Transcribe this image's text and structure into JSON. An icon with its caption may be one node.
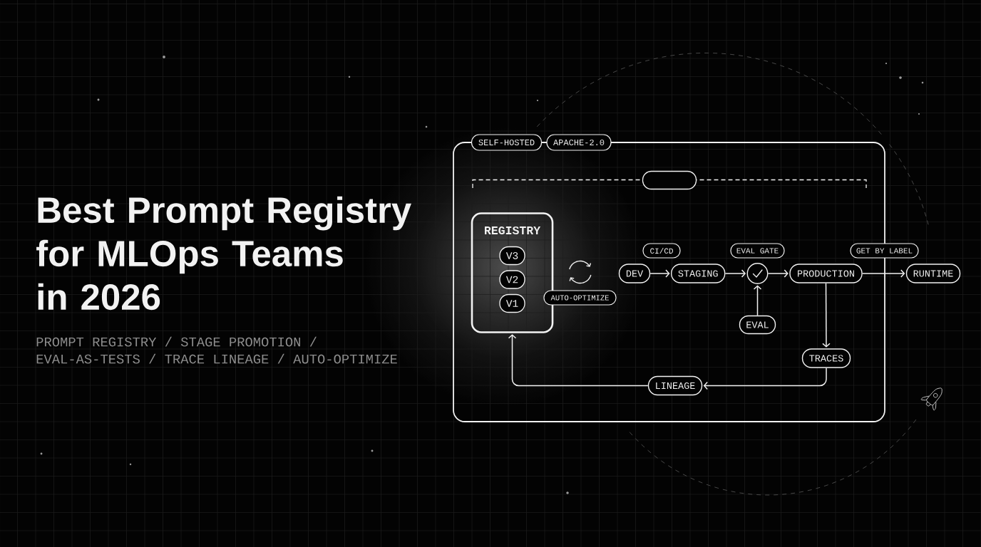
{
  "diagram": {
    "title": "Best Prompt Registry for MLOps Teams in 2026",
    "nodes": [
      {
        "text": [],
        "shape": "box"
      },
      {
        "text": [
          "SELF-HOSTED"
        ]
      },
      {
        "text": [
          "APACHE-2.0"
        ]
      },
      {
        "text": [],
        "shape": "box",
        "in": 0
      },
      {
        "text": [
          "REGISTRY"
        ],
        "in": 0
      },
      {
        "text": [
          "V3"
        ],
        "in": 4
      },
      {
        "text": [
          "V2"
        ],
        "in": 4
      },
      {
        "text": [
          "V1"
        ],
        "in": 4
      },
      {
        "text": [
          "AUTO-OPTIMIZE"
        ],
        "in": 0
      },
      {
        "text": [
          "CI/CD"
        ],
        "in": 0
      },
      {
        "text": [
          "DEV"
        ],
        "in": 0
      },
      {
        "text": [
          "STAGING"
        ],
        "in": 0
      },
      {
        "text": [
          "EVAL GATE"
        ],
        "in": 0
      },
      {
        "text": [],
        "shape": "circle",
        "in": 0
      },
      {
        "text": [
          "GET BY LABEL"
        ]
      },
      {
        "text": [
          "PRODUCTION"
        ],
        "in": 0
      },
      {
        "text": [
          "RUNTIME"
        ]
      },
      {
        "text": [
          "EVAL"
        ],
        "in": 0
      },
      {
        "text": [
          "TRACES"
        ],
        "in": 0
      },
      {
        "text": [
          "LINEAGE"
        ],
        "in": 0
      }
    ],
    "edges": [
      {
        "from": 10,
        "to": 11,
        "arrow": "to"
      },
      {
        "from": 11,
        "to": 13,
        "arrow": "to"
      },
      {
        "from": 13,
        "to": 15,
        "arrow": "to"
      },
      {
        "from": 15,
        "to": 16,
        "arrow": "to"
      },
      {
        "from": 17,
        "to": 13,
        "arrow": "to"
      },
      {
        "from": 15,
        "to": 18,
        "arrow": "to"
      },
      {
        "from": 18,
        "to": 19,
        "arrow": "to"
      },
      {
        "from": 19,
        "to": 4,
        "arrow": "to"
      }
    ],
    "labels": [
      "PROMPT REGISTRY / STAGE PROMOTION / EVAL-AS-TESTS / TRACE LINEAGE / AUTO-OPTIMIZE"
    ]
  }
}
